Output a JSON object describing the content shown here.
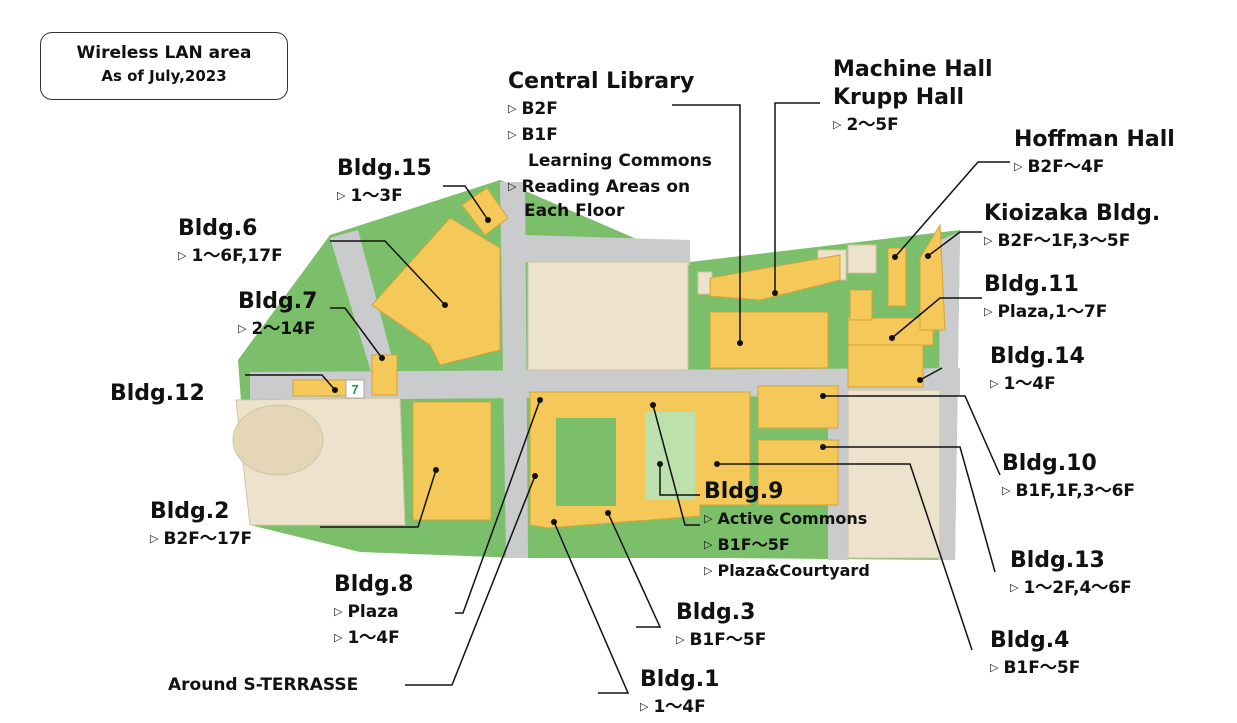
{
  "legend": {
    "line1": "Wireless LAN area",
    "line2": "As of July,2023"
  },
  "buildings": {
    "library": {
      "title": "Central Library",
      "floors": [
        "B2F",
        "B1F"
      ],
      "note1": "Learning Commons",
      "floor3": "Reading Areas on",
      "note2": "Each Floor"
    },
    "machine": {
      "title1": "Machine Hall",
      "title2": "Krupp Hall",
      "floors": "2～5F"
    },
    "hoffman": {
      "title": "Hoffman Hall",
      "floors": "B2F～4F"
    },
    "kioizaka": {
      "title": "Kioizaka Bldg.",
      "floors": "B2F～1F,3～5F"
    },
    "b11": {
      "title": "Bldg.11",
      "floors": "Plaza,1～7F"
    },
    "b14": {
      "title": "Bldg.14",
      "floors": "1～4F"
    },
    "b10": {
      "title": "Bldg.10",
      "floors": "B1F,1F,3～6F"
    },
    "b13": {
      "title": "Bldg.13",
      "floors": "1～2F,4～6F"
    },
    "b4": {
      "title": "Bldg.4",
      "floors": "B1F～5F"
    },
    "b15": {
      "title": "Bldg.15",
      "floors": "1～3F"
    },
    "b6": {
      "title": "Bldg.6",
      "floors": "1～6F,17F"
    },
    "b7": {
      "title": "Bldg.7",
      "floors": "2～14F"
    },
    "b12": {
      "title": "Bldg.12"
    },
    "b2": {
      "title": "Bldg.2",
      "floors": "B2F～17F"
    },
    "b8": {
      "title": "Bldg.8",
      "floors": [
        "Plaza",
        "1～4F"
      ]
    },
    "b9": {
      "title": "Bldg.9",
      "floors": [
        "Active Commons",
        "B1F～5F",
        "Plaza&Courtyard"
      ]
    },
    "b3": {
      "title": "Bldg.3",
      "floors": "B1F～5F"
    },
    "b1": {
      "title": "Bldg.1",
      "floors": "1～4F"
    },
    "sterrasse": {
      "title": "Around S-TERRASSE"
    }
  },
  "icons": {
    "marker": "triangle-bullet-icon",
    "store": "convenience-store-icon"
  },
  "colors": {
    "building_wifi": "#f5c85a",
    "building_other": "#ede3cc",
    "green": "#7cbf6a",
    "road": "#c9cbcc",
    "leader": "#111111"
  }
}
